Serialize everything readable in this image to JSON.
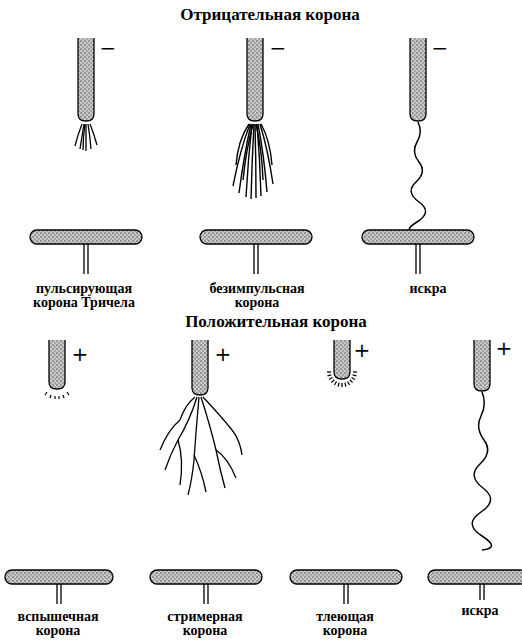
{
  "diagram": {
    "title": "Отрицательная корона",
    "labels": [
      "−",
      "−",
      "−",
      "пульсирующая корона Тричела",
      "безимпульсная корона",
      "искра",
      "Положительная корона",
      "+",
      "+",
      "+",
      "+",
      "вспышечная корона",
      "стримерная корона",
      "тлеющая корона",
      "искра"
    ]
  }
}
